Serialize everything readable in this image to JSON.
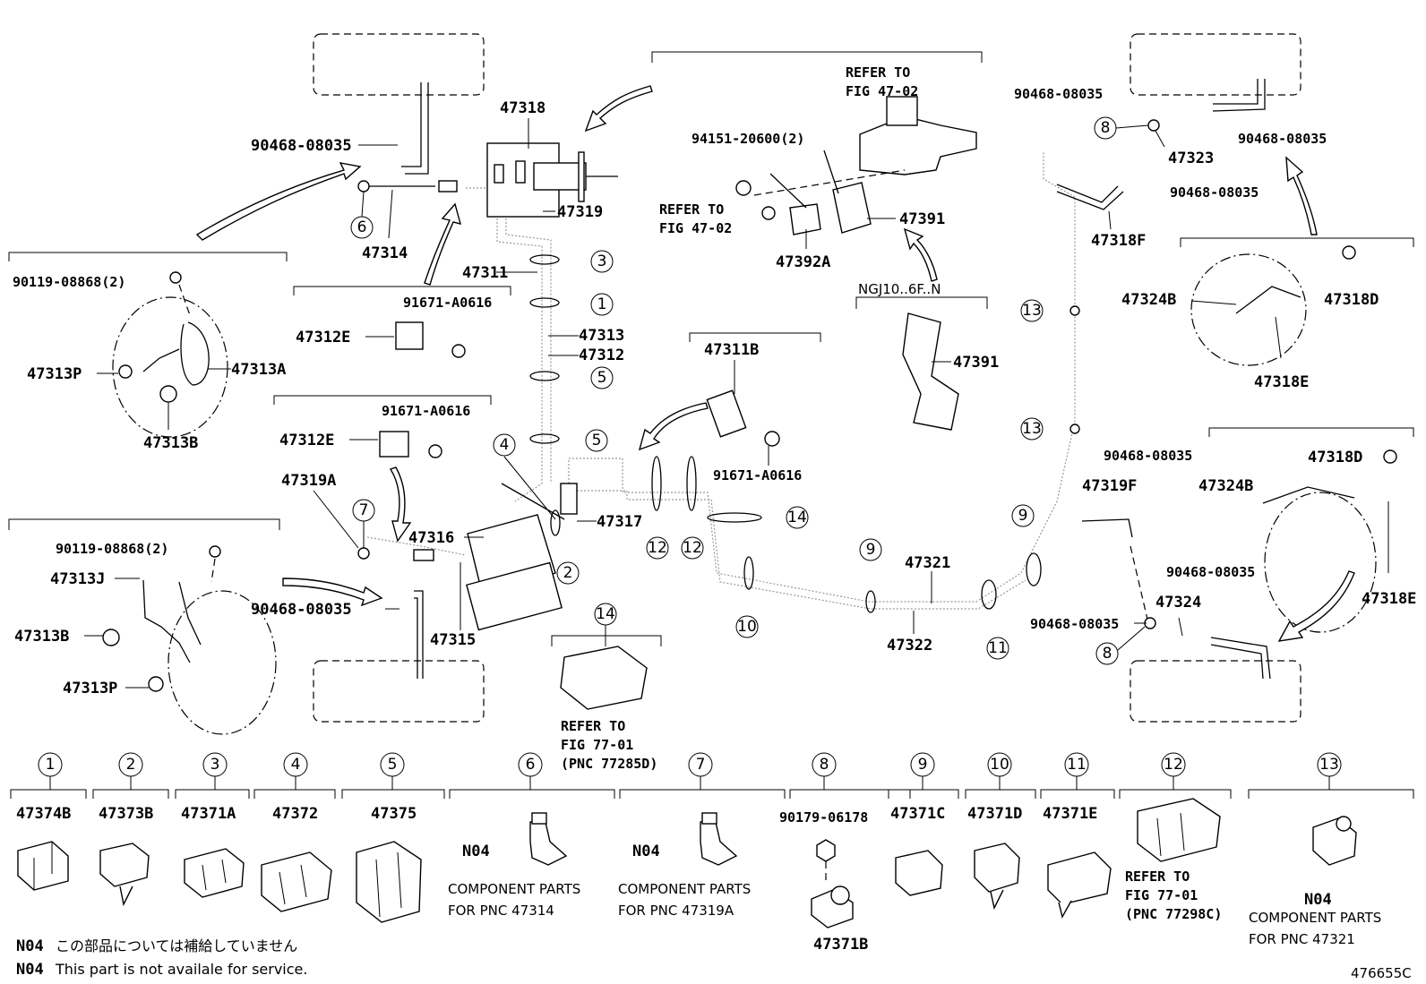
{
  "labels": {
    "l_90468_08035_a": "90468-08035",
    "l_47318": "47318",
    "l_47319": "47319",
    "l_47314": "47314",
    "l_47311": "47311",
    "l_47313": "47313",
    "l_47312": "47312",
    "l_90119_a": "90119-08868(2)",
    "l_47313A": "47313A",
    "l_47313P_a": "47313P",
    "l_47313B_a": "47313B",
    "l_47312E_a": "47312E",
    "l_91671_a": "91671-A0616",
    "l_47312E_b": "47312E",
    "l_91671_b": "91671-A0616",
    "l_47319A": "47319A",
    "l_47316": "47316",
    "l_47317": "47317",
    "l_47315": "47315",
    "l_90119_b": "90119-08868(2)",
    "l_47313J": "47313J",
    "l_47313B_b": "47313B",
    "l_47313P_b": "47313P",
    "l_90468_08035_b": "90468-08035",
    "l_refer_a1": "REFER TO",
    "l_refer_a2": "FIG 47-02",
    "l_94151": "94151-20600(2)",
    "l_refer_b1": "REFER TO",
    "l_refer_b2": "FIG 47-02",
    "l_47391_a": "47391",
    "l_47392A": "47392A",
    "l_ngj": "NGJ10..6F..N",
    "l_47391_b": "47391",
    "l_47311B": "47311B",
    "l_91671_c": "91671-A0616",
    "l_47321": "47321",
    "l_47322": "47322",
    "l_refer_c1": "REFER TO",
    "l_refer_c2": "FIG 77-01",
    "l_refer_c3": "(PNC 77285D)",
    "l_90468_08035_c": "90468-08035",
    "l_47323": "47323",
    "l_90468_08035_d": "90468-08035",
    "l_90468_08035_e": "90468-08035",
    "l_47318F": "47318F",
    "l_47324B_a": "47324B",
    "l_47318D_a": "47318D",
    "l_47318E_a": "47318E",
    "l_90468_08035_f": "90468-08035",
    "l_47318D_b": "47318D",
    "l_47319F": "47319F",
    "l_47324B_b": "47324B",
    "l_90468_08035_g": "90468-08035",
    "l_47318E_b": "47318E",
    "l_47324": "47324",
    "l_90468_08035_h": "90468-08035"
  },
  "legend": {
    "items": [
      {
        "num": "1",
        "part": "47374B"
      },
      {
        "num": "2",
        "part": "47373B"
      },
      {
        "num": "3",
        "part": "47371A"
      },
      {
        "num": "4",
        "part": "47372"
      },
      {
        "num": "5",
        "part": "47375"
      },
      {
        "num": "6",
        "part": "N04",
        "note1": "COMPONENT PARTS",
        "note2": "FOR PNC 47314"
      },
      {
        "num": "7",
        "part": "N04",
        "note1": "COMPONENT PARTS",
        "note2": "FOR PNC 47319A"
      },
      {
        "num": "8",
        "part": "90179-06178",
        "part2": "47371B"
      },
      {
        "num": "9",
        "part": "47371C"
      },
      {
        "num": "10",
        "part": "47371D"
      },
      {
        "num": "11",
        "part": "47371E"
      },
      {
        "num": "12",
        "part": "REFER TO",
        "note1": "FIG 77-01",
        "note2": "(PNC 77298C)"
      },
      {
        "num": "13",
        "part": "N04",
        "note1": "COMPONENT PARTS",
        "note2": "FOR PNC 47321"
      }
    ]
  },
  "footnotes": {
    "code_a": "N04",
    "text_a": "この部品については補給していません",
    "code_b": "N04",
    "text_b": "This part is not availale for service."
  },
  "figure_id": "476655C"
}
